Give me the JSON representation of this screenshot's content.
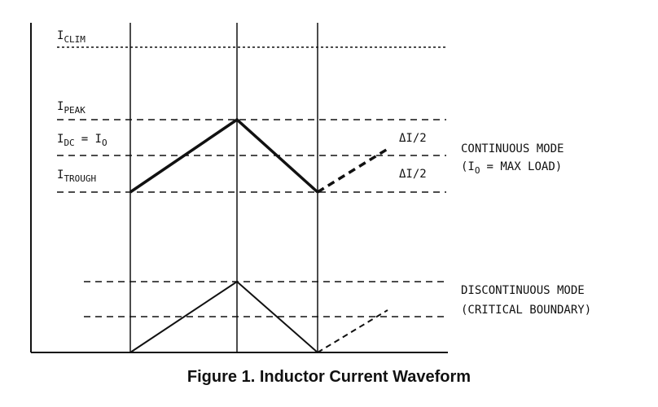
{
  "labels": {
    "clim_main": "I",
    "clim_sub": "CLIM",
    "peak_main": "I",
    "peak_sub": "PEAK",
    "dc_main": "I",
    "dc_sub": "DC",
    "dc_eq_main": "= I",
    "dc_eq_sub": "O",
    "trough_main": "I",
    "trough_sub": "TROUGH",
    "delta_upper": "ΔI/2",
    "delta_lower": "ΔI/2",
    "continuous_title": "CONTINUOUS MODE",
    "continuous_note_open": "(I",
    "continuous_note_sub": "O",
    "continuous_note_rest": "= MAX LOAD)",
    "discontinuous_title": "DISCONTINUOUS MODE",
    "discontinuous_note": "(CRITICAL BOUNDARY)"
  },
  "caption": "Figure 1. Inductor Current Waveform",
  "colors": {
    "line": "#111111",
    "background": "#ffffff"
  }
}
